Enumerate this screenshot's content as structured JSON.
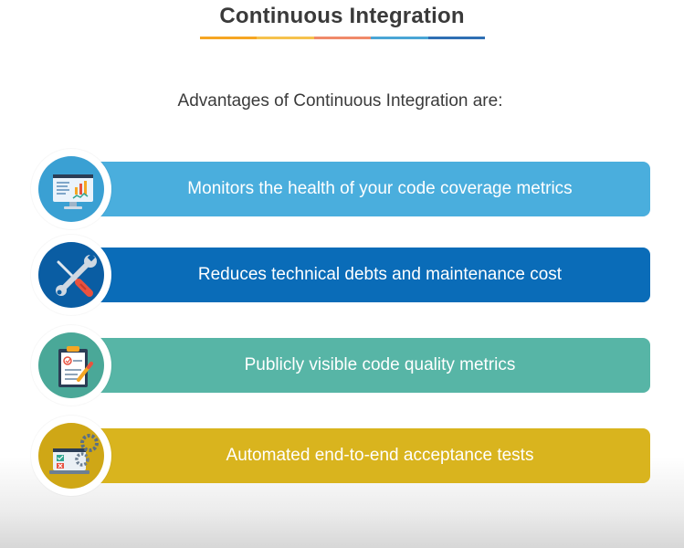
{
  "title": "Continuous Integration",
  "subtitle": "Advantages of Continuous Integration are:",
  "underline_colors": [
    "#f6a623",
    "#f6c24d",
    "#f08a6a",
    "#4aa6d6",
    "#2f6fb4"
  ],
  "items": [
    {
      "label": "Monitors the health of your code coverage metrics",
      "color": "#4aaedd",
      "circle_color": "#3aa0d3",
      "icon": "monitor-chart-icon"
    },
    {
      "label": "Reduces technical debts and maintenance cost",
      "color": "#0a6cb8",
      "circle_color": "#0a5da3",
      "icon": "wrench-screwdriver-icon"
    },
    {
      "label": "Publicly visible code quality metrics",
      "color": "#57b5a6",
      "circle_color": "#4aa898",
      "icon": "clipboard-check-icon"
    },
    {
      "label": "Automated end-to-end acceptance tests",
      "color": "#d9b41e",
      "circle_color": "#cfa716",
      "icon": "laptop-gears-icon"
    }
  ]
}
